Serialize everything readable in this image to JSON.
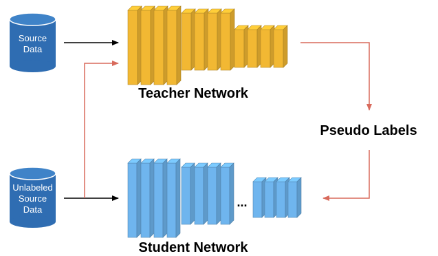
{
  "source_db": {
    "line1": "Source",
    "line2": "Data"
  },
  "unlabeled_db": {
    "line1": "Unlabeled",
    "line2": "Source",
    "line3": "Data"
  },
  "teacher": {
    "title": "Teacher Network"
  },
  "student": {
    "title": "Student Network",
    "ellipsis": "..."
  },
  "pseudo_labels": "Pseudo Labels",
  "colors": {
    "database": "#2f6db2",
    "teacher": "#f2b833",
    "student": "#6fb5ee",
    "red_arrow": "#d86a5c",
    "black_arrow": "#000000"
  },
  "icons": [
    "database-icon",
    "arrow-icon",
    "layer-block-icon"
  ]
}
